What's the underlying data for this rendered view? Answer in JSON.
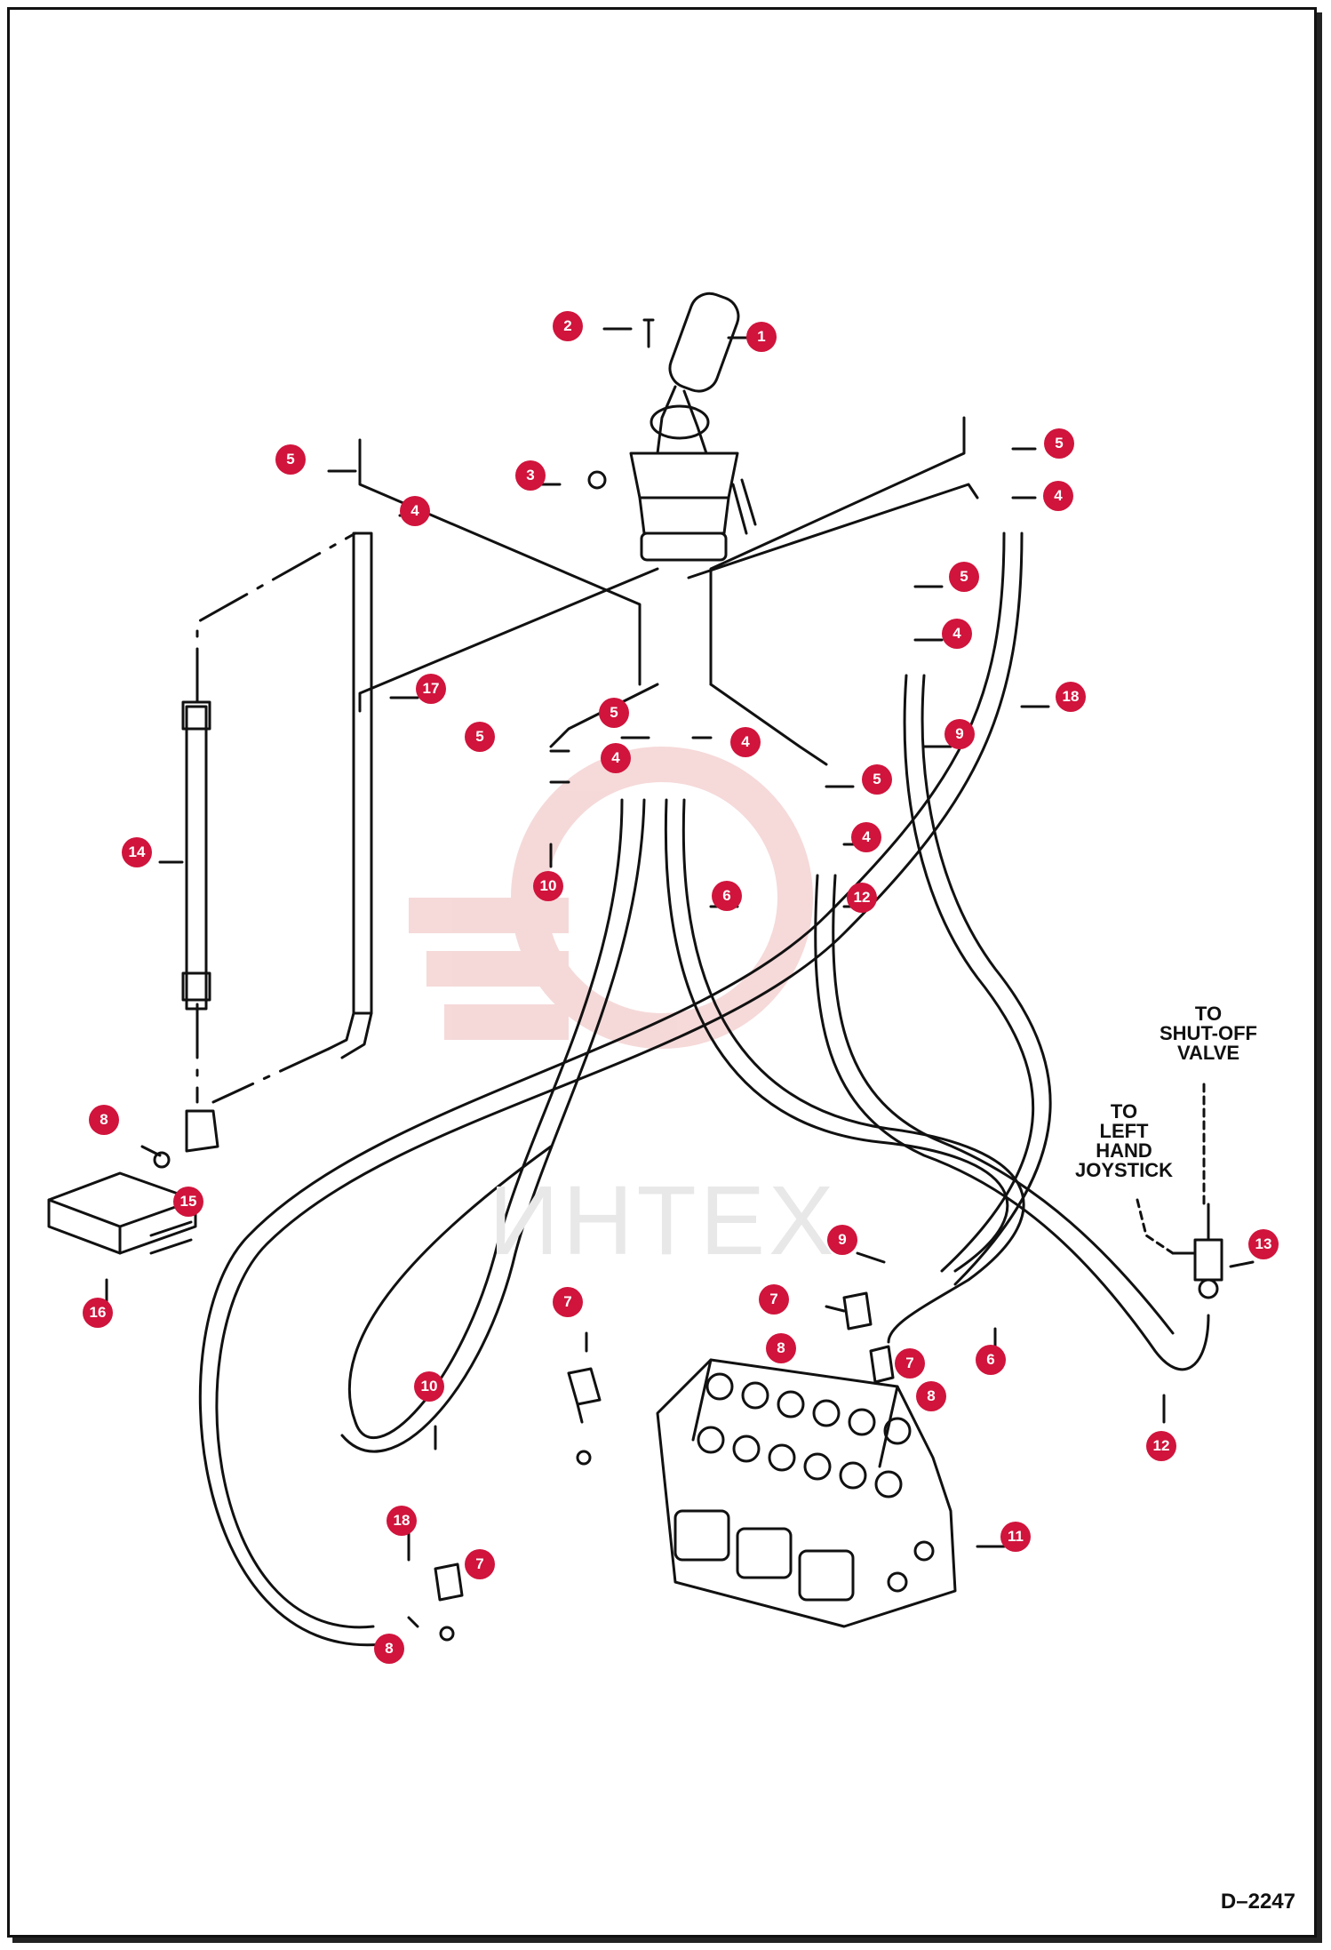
{
  "diagram": {
    "drawing_id": "D–2247",
    "watermark": "ИНТЕХ",
    "notes": {
      "shutoff": [
        "TO",
        "SHUT-OFF",
        "VALVE"
      ],
      "left_joystick": [
        "TO",
        "LEFT",
        "HAND",
        "JOYSTICK"
      ]
    },
    "callouts": [
      {
        "n": "1"
      },
      {
        "n": "2"
      },
      {
        "n": "3"
      },
      {
        "n": "5"
      },
      {
        "n": "4"
      },
      {
        "n": "5"
      },
      {
        "n": "4"
      },
      {
        "n": "5"
      },
      {
        "n": "4"
      },
      {
        "n": "17"
      },
      {
        "n": "18"
      },
      {
        "n": "5"
      },
      {
        "n": "5"
      },
      {
        "n": "4"
      },
      {
        "n": "4"
      },
      {
        "n": "5"
      },
      {
        "n": "9"
      },
      {
        "n": "4"
      },
      {
        "n": "14"
      },
      {
        "n": "10"
      },
      {
        "n": "6"
      },
      {
        "n": "12"
      },
      {
        "n": "8"
      },
      {
        "n": "15"
      },
      {
        "n": "16"
      },
      {
        "n": "9"
      },
      {
        "n": "13"
      },
      {
        "n": "7"
      },
      {
        "n": "7"
      },
      {
        "n": "8"
      },
      {
        "n": "7"
      },
      {
        "n": "6"
      },
      {
        "n": "8"
      },
      {
        "n": "10"
      },
      {
        "n": "12"
      },
      {
        "n": "11"
      },
      {
        "n": "18"
      },
      {
        "n": "7"
      },
      {
        "n": "8"
      }
    ],
    "colors": {
      "callout": "#d0143c",
      "line": "#111111",
      "watermark": "#f2c9c9"
    }
  }
}
